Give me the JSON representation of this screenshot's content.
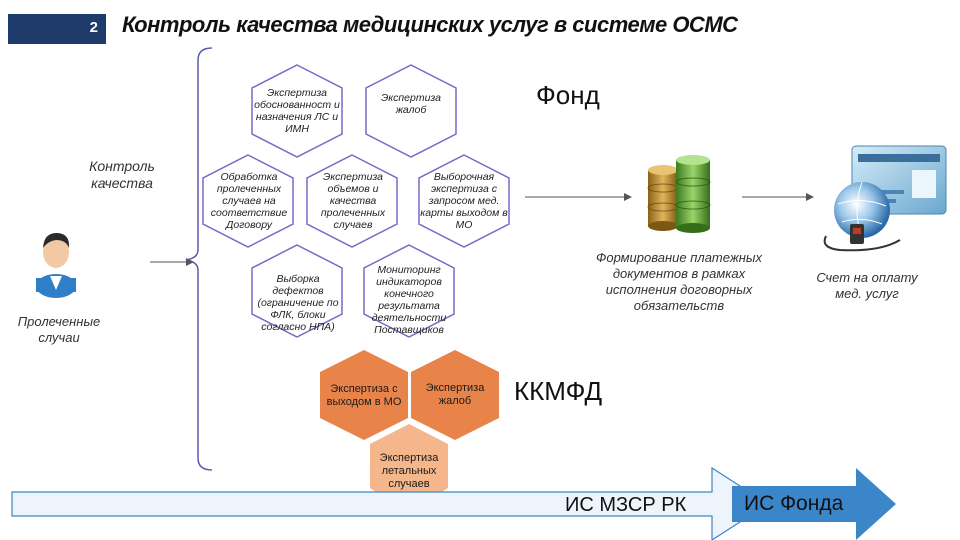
{
  "header": {
    "slide_number": "2",
    "title": "Контроль качества медицинских услуг в системе ОСМС"
  },
  "left": {
    "control_label": "Контроль качества",
    "treated_cases_label": "Пролеченные случаи"
  },
  "hexagons": {
    "h1": "Экспертиза обоснованност и назначения ЛС и ИМН",
    "h2": "Экспертиза жалоб",
    "h3": "Обработка пролеченных случаев на соответствие Договору",
    "h4": "Экспертиза объемов и качества пролеченных случаев",
    "h5": "Выборочная экспертиза с запросом мед. карты выходом в МО",
    "h6": "Выборка дефектов (ограничение по ФЛК, блоки согласно НПА)",
    "h7": "Мониторинг индикаторов конечного результата деятельности Поставщиков",
    "o1": "Экспертиза с выходом в МО",
    "o2": "Экспертиза жалоб",
    "o3": "Экспертиза летальных случаев"
  },
  "labels": {
    "fund": "Фонд",
    "kkmfd": "ККМФД",
    "payment_docs": "Формирование платежных документов в рамках исполнения договорных обязательств",
    "invoice": "Счет на оплату мед. услуг",
    "is_mzsr": "ИС МЗСР РК",
    "is_fund": "ИС Фонда"
  },
  "colors": {
    "title_bar": "#1f3b6b",
    "hex_stroke": "#7b68c9",
    "orange_dark": "#e8844a",
    "orange_light": "#f4b68a",
    "arrow_blue": "#3a86c8",
    "db_gold": "#b78a2a",
    "db_green": "#5fa83a"
  }
}
